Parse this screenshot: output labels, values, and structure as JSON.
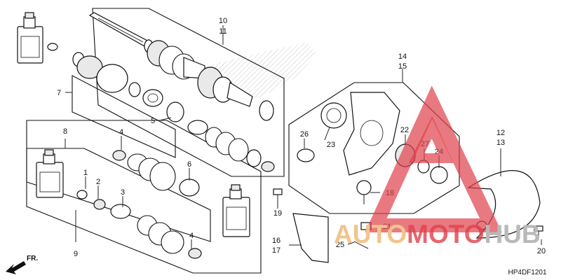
{
  "diagram": {
    "reference_code": "HP4DF1201",
    "direction_label": "FR.",
    "callouts": {
      "c1": "1",
      "c2": "2",
      "c3": "3",
      "c4a": "4",
      "c4b": "4",
      "c5": "5",
      "c6": "6",
      "c7": "7",
      "c8": "8",
      "c9": "9",
      "c10_11": [
        "10",
        "11"
      ],
      "c12_13": [
        "12",
        "13"
      ],
      "c14_15": [
        "14",
        "15"
      ],
      "c16_17": [
        "16",
        "17"
      ],
      "c18": "18",
      "c19": "19",
      "c20": "20",
      "c21": "21",
      "c22": "22",
      "c23": "23",
      "c24": "24",
      "c25": "25",
      "c26": "26",
      "c27": "27"
    }
  },
  "watermark": {
    "text_part_a": "AUTO",
    "text_part_b": "MOTO",
    "text_part_c": "HUB",
    "color_orange": "#F2C48C",
    "color_red": "#E0404A",
    "color_gray": "#B9B9B9"
  }
}
